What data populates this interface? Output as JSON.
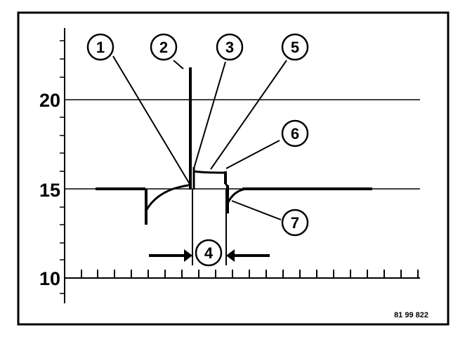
{
  "y_axis": {
    "tick_labels": [
      "20",
      "15",
      "10"
    ]
  },
  "callouts": [
    {
      "label": "1"
    },
    {
      "label": "2"
    },
    {
      "label": "3"
    },
    {
      "label": "5"
    },
    {
      "label": "6"
    },
    {
      "label": "7"
    },
    {
      "label": "4"
    }
  ],
  "reference_number": "81 99 822",
  "colors": {
    "background": "#ffffff",
    "ink": "#000000"
  }
}
